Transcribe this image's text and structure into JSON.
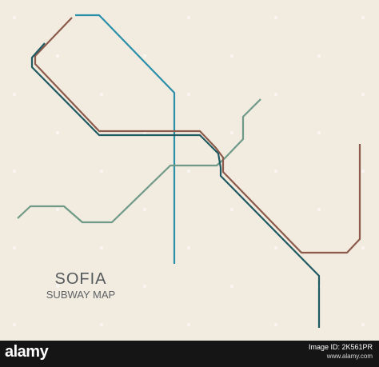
{
  "map": {
    "title": "SOFIA",
    "subtitle": "SUBWAY MAP",
    "lines": [
      {
        "name": "line-1-brown",
        "color": "#8b5a4a"
      },
      {
        "name": "line-2-dark-teal",
        "color": "#1f5a63"
      },
      {
        "name": "line-3-sage",
        "color": "#6f9a88"
      },
      {
        "name": "line-4-blue",
        "color": "#2a8fa8"
      }
    ]
  },
  "footer": {
    "brand": "alamy",
    "image_id": "Image ID: 2K561PR",
    "site": "www.alamy.com"
  }
}
